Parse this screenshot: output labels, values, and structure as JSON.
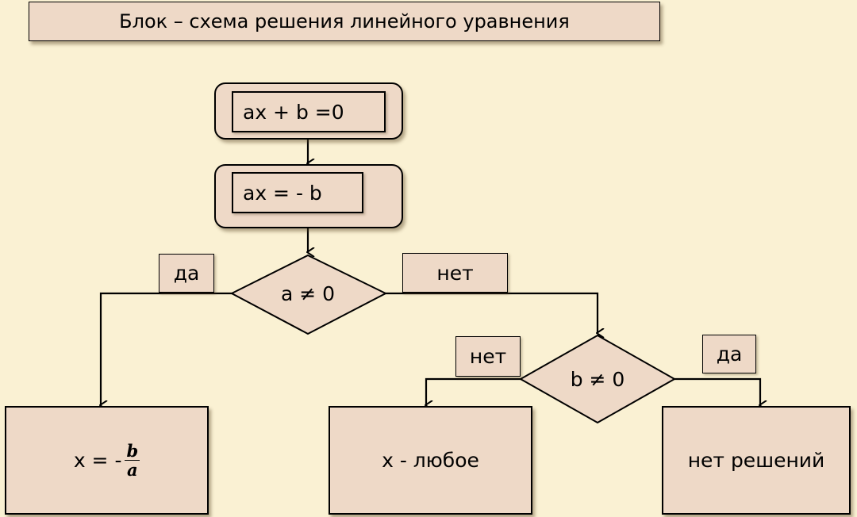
{
  "title": "Блок – схема решения линейного уравнения",
  "blocks": {
    "equation": "ax + b =0",
    "transform": "ax = - b"
  },
  "decisions": {
    "first": "a ≠ 0",
    "second": "b ≠ 0"
  },
  "branch_labels": {
    "first_yes": "да",
    "first_no": "нет",
    "second_no": "нет",
    "second_yes": "да"
  },
  "results": {
    "formula_prefix": "x = -",
    "formula_numerator": "b",
    "formula_denominator": "a",
    "any_x": "x - любое",
    "no_solutions": "нет решений"
  },
  "colors": {
    "background": "#faf1d3",
    "block_fill": "#eed9c7",
    "stroke": "#000000"
  }
}
